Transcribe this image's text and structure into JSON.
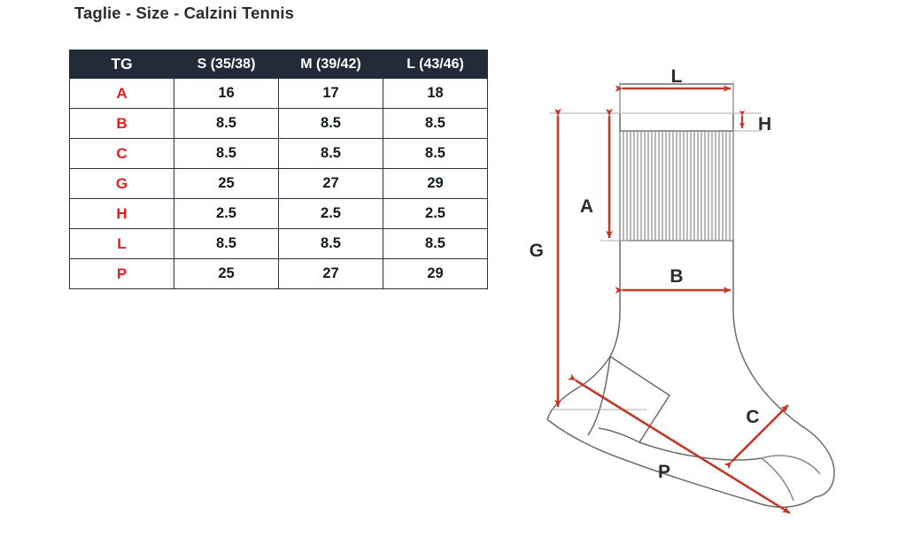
{
  "title": "Taglie - Size - Calzini Tennis",
  "table": {
    "headers": [
      "TG",
      "S (35/38)",
      "M (39/42)",
      "L (43/46)"
    ],
    "rows": [
      {
        "label": "A",
        "values": [
          "16",
          "17",
          "18"
        ]
      },
      {
        "label": "B",
        "values": [
          "8.5",
          "8.5",
          "8.5"
        ]
      },
      {
        "label": "C",
        "values": [
          "8.5",
          "8.5",
          "8.5"
        ]
      },
      {
        "label": "G",
        "values": [
          "25",
          "27",
          "29"
        ]
      },
      {
        "label": "H",
        "values": [
          "2.5",
          "2.5",
          "2.5"
        ]
      },
      {
        "label": "L",
        "values": [
          "8.5",
          "8.5",
          "8.5"
        ]
      },
      {
        "label": "P",
        "values": [
          "25",
          "27",
          "29"
        ]
      }
    ]
  },
  "diagram": {
    "name": "tennis-sock-measurement-diagram",
    "labels": {
      "L": "L",
      "H": "H",
      "A": "A",
      "G": "G",
      "B": "B",
      "C": "C",
      "P": "P"
    }
  },
  "colors": {
    "header_bg": "#232b38",
    "row_label": "#e02020",
    "arrow_red": "#c0392b",
    "outline_gray": "#6b6b6b",
    "text_dark": "#2b2b2b",
    "page_bg": "#ffffff"
  }
}
